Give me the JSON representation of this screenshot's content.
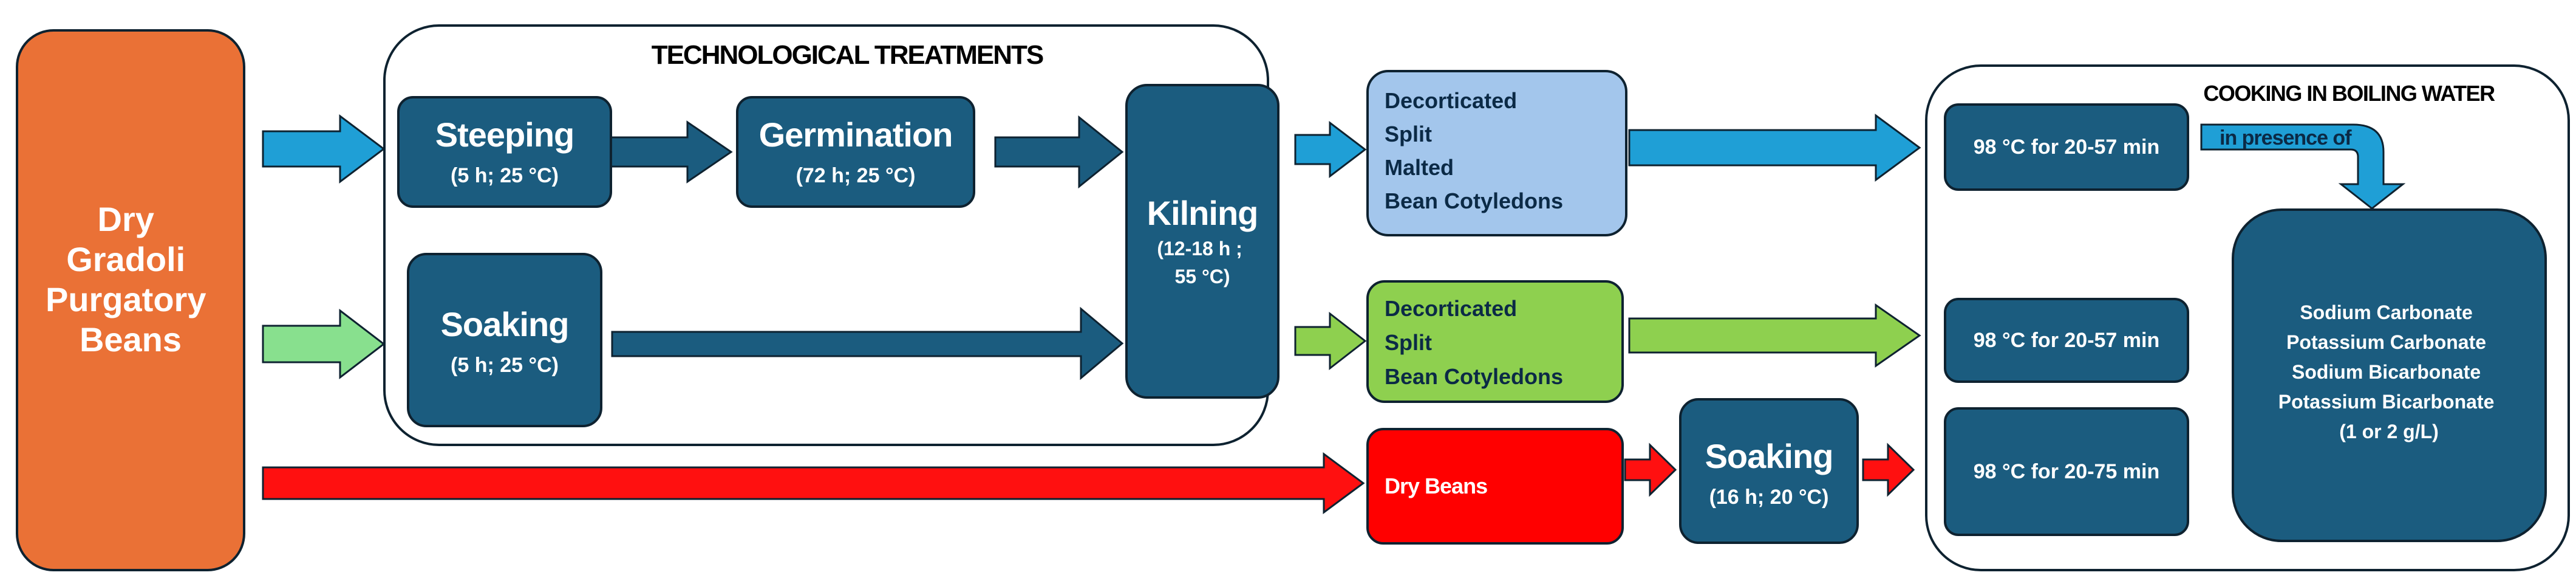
{
  "colors": {
    "orange": "#ea7136",
    "navy": "#1b5c7f",
    "light_blue": "#a3c6ec",
    "green": "#8ed04f",
    "red": "#ff0000",
    "arrow_blue": "#1f9fd6",
    "arrow_green": "#88e08e",
    "arrow_red": "#ff1010",
    "outline": "#0e2230"
  },
  "source": {
    "lines": [
      "Dry",
      "Gradoli",
      "Purgatory",
      "Beans"
    ]
  },
  "technological": {
    "title": "TECHNOLOGICAL TREATMENTS",
    "steeping": {
      "label": "Steeping",
      "detail": "(5 h;  25 °C)"
    },
    "germination": {
      "label": "Germination",
      "detail": "(72 h;  25 °C)"
    },
    "soaking": {
      "label": "Soaking",
      "detail": "(5 h;  25 °C)"
    },
    "kilning": {
      "label": "Kilning",
      "detail_lines": [
        "(12-18 h ;",
        "55 °C)"
      ]
    }
  },
  "products": {
    "malted": {
      "lines": [
        "Decorticated",
        "Split",
        "Malted",
        "Bean Cotyledons"
      ]
    },
    "split": {
      "lines": [
        "Decorticated",
        "Split",
        "Bean Cotyledons"
      ]
    },
    "dry": {
      "label": "Dry Beans"
    }
  },
  "soaking2": {
    "label": "Soaking",
    "detail": "(16 h; 20 °C)"
  },
  "cooking": {
    "title": "COOKING IN BOILING WATER",
    "step1": "98 °C for  20-57 min",
    "step2": "98 °C for 20-57 min",
    "step3": "98 °C for 20-75 min",
    "presence": "in presence of",
    "salts": [
      "Sodium Carbonate",
      "Potassium Carbonate",
      "Sodium Bicarbonate",
      "Potassium Bicarbonate",
      "(1 or 2 g/L)"
    ]
  }
}
